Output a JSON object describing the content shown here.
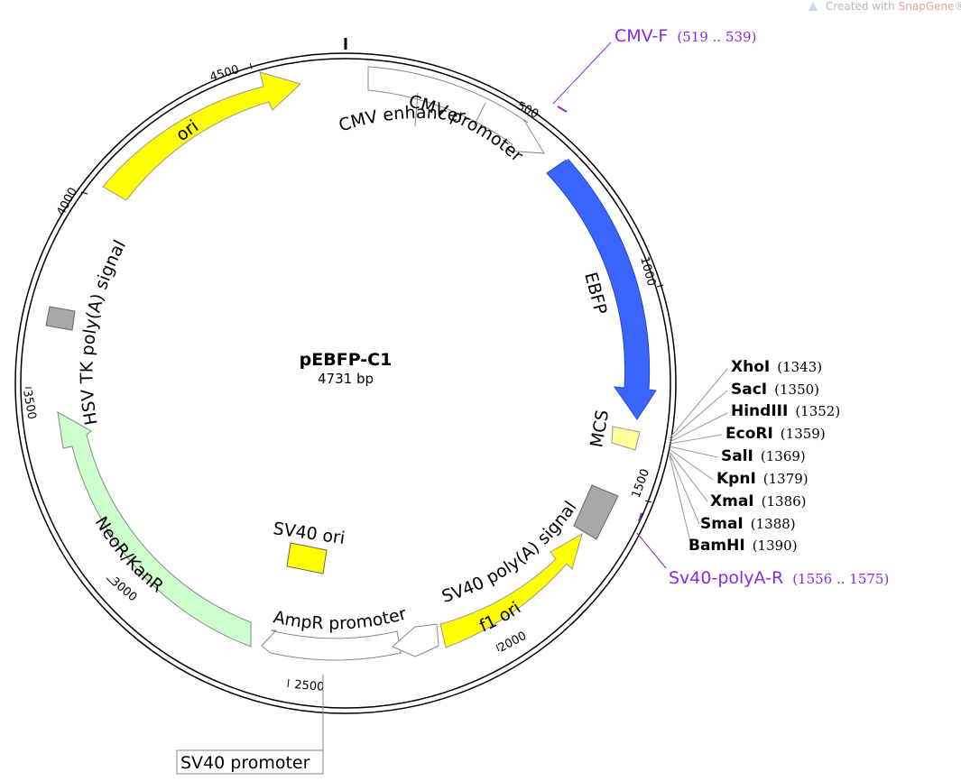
{
  "credit": {
    "prefix": "Created with ",
    "brand": "SnapGene",
    "mark": "®"
  },
  "plasmid": {
    "name": "pEBFP-C1",
    "size_label": "4731 bp"
  },
  "ticks": [
    {
      "label": "500"
    },
    {
      "label": "1000"
    },
    {
      "label": "1500"
    },
    {
      "label": "2000"
    },
    {
      "label": "2500"
    },
    {
      "label": "3000"
    },
    {
      "label": "3500"
    },
    {
      "label": "4000"
    },
    {
      "label": "4500"
    }
  ],
  "features": [
    {
      "label": "CMV enhancer",
      "color": "#ffffff"
    },
    {
      "label": "CMV promoter",
      "color": "#ffffff"
    },
    {
      "label": "EBFP",
      "color": "#3a66ff"
    },
    {
      "label": "MCS",
      "color": "#ffff99"
    },
    {
      "label": "SV40 poly(A) signal",
      "color": "#a8a8a8"
    },
    {
      "label": "f1 ori",
      "color": "#ffff00"
    },
    {
      "label": "AmpR promoter",
      "color": "#ffffff"
    },
    {
      "label": "SV40 promoter",
      "color": "#ffffff"
    },
    {
      "label": "SV40 ori",
      "color": "#ffff00"
    },
    {
      "label": "NeoR/KanR",
      "color": "#ccffcc"
    },
    {
      "label": "HSV TK poly(A) signal",
      "color": "#a8a8a8"
    },
    {
      "label": "ori",
      "color": "#ffff00"
    }
  ],
  "sites": [
    {
      "name": "XhoI",
      "pos": "(1343)"
    },
    {
      "name": "SacI",
      "pos": "(1350)"
    },
    {
      "name": "HindIII",
      "pos": "(1352)"
    },
    {
      "name": "EcoRI",
      "pos": "(1359)"
    },
    {
      "name": "SalI",
      "pos": "(1369)"
    },
    {
      "name": "KpnI",
      "pos": "(1379)"
    },
    {
      "name": "XmaI",
      "pos": "(1386)"
    },
    {
      "name": "SmaI",
      "pos": "(1388)"
    },
    {
      "name": "BamHI",
      "pos": "(1390)"
    }
  ],
  "primers": [
    {
      "name": "CMV-F",
      "pos": "(519 .. 539)",
      "color": "#8a2be2"
    },
    {
      "name": "Sv40-polyA-R",
      "pos": "(1556 .. 1575)",
      "color": "#8a2be2"
    }
  ]
}
